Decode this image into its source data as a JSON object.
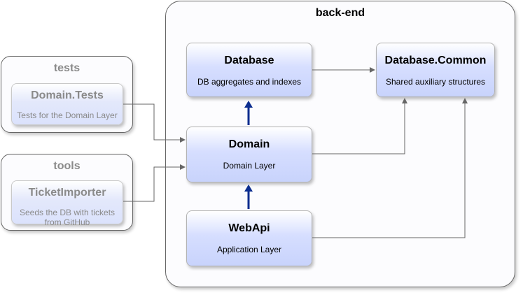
{
  "groups": {
    "backend": "back-end",
    "tests": "tests",
    "tools": "tools"
  },
  "nodes": {
    "database": {
      "title": "Database",
      "subtitle": "DB aggregates and indexes"
    },
    "database_common": {
      "title": "Database.Common",
      "subtitle": "Shared auxiliary structures"
    },
    "domain": {
      "title": "Domain",
      "subtitle": "Domain Layer"
    },
    "webapi": {
      "title": "WebApi",
      "subtitle": "Application Layer"
    },
    "domain_tests": {
      "title": "Domain.Tests",
      "subtitle": "Tests for the Domain Layer"
    },
    "ticket_importer": {
      "title": "TicketImporter",
      "subtitle": "Seeds the DB with tickets from GitHub"
    }
  },
  "colors": {
    "node_fill": "#c8d3fc",
    "thick_arrow": "#0b2d8f",
    "connector": "#666666"
  }
}
